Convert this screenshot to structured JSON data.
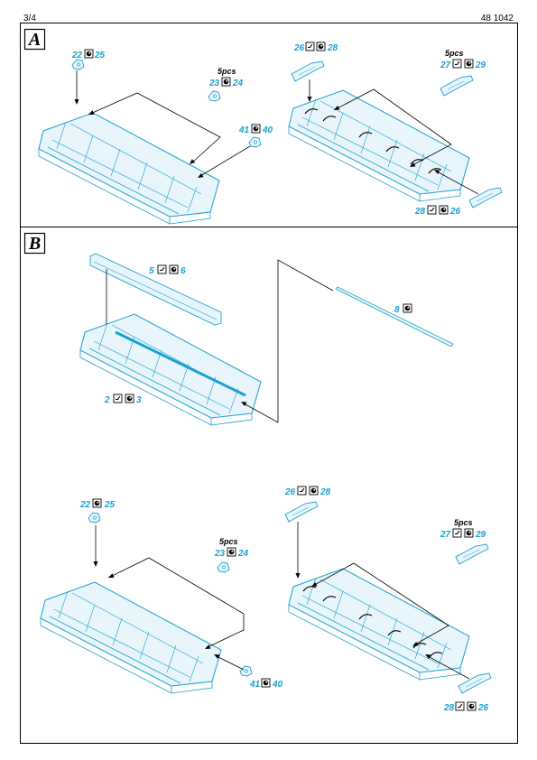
{
  "header": {
    "page": "3/4",
    "code": "48 1042"
  },
  "sections": {
    "a": {
      "letter": "A"
    },
    "b": {
      "letter": "B"
    }
  },
  "labels": {
    "a1": [
      "22",
      "25"
    ],
    "a2": [
      "23",
      "24"
    ],
    "a3": [
      "41",
      "40"
    ],
    "a4": [
      "26",
      "28"
    ],
    "a5": [
      "27",
      "29"
    ],
    "a6": [
      "28",
      "26"
    ],
    "b1": [
      "5",
      "6"
    ],
    "b2": [
      "2",
      "3"
    ],
    "b3": [
      "8"
    ],
    "b4": [
      "22",
      "25"
    ],
    "b5": [
      "23",
      "24"
    ],
    "b6": [
      "41",
      "40"
    ],
    "b7": [
      "26",
      "28"
    ],
    "b8": [
      "27",
      "29"
    ],
    "b9": [
      "28",
      "26"
    ]
  },
  "qty": "5pcs",
  "colors": {
    "part": "#1a9fcf",
    "line": "#000000"
  }
}
